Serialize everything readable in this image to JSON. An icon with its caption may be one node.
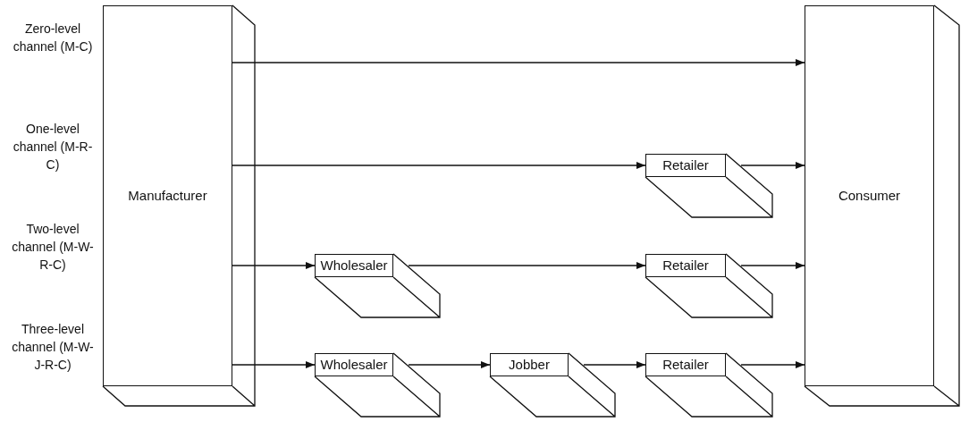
{
  "diagram": {
    "nodes": [
      {
        "text": [
          "Manufacturer"
        ]
      },
      {
        "text": [
          "Consumer"
        ]
      },
      {
        "text": [
          "Retailer"
        ]
      },
      {
        "text": [
          "Wholesaler"
        ]
      },
      {
        "text": [
          "Retailer"
        ]
      },
      {
        "text": [
          "Wholesaler"
        ]
      },
      {
        "text": [
          "Jobber"
        ]
      },
      {
        "text": [
          "Retailer"
        ]
      }
    ],
    "edges": [
      {
        "from": 0,
        "to": 1,
        "arrow": "to"
      },
      {
        "from": 0,
        "to": 2,
        "arrow": "to"
      },
      {
        "from": 2,
        "to": 1,
        "arrow": "to"
      },
      {
        "from": 0,
        "to": 3,
        "arrow": "to"
      },
      {
        "from": 3,
        "to": 4,
        "arrow": "to"
      },
      {
        "from": 4,
        "to": 1,
        "arrow": "to"
      },
      {
        "from": 0,
        "to": 5,
        "arrow": "to"
      },
      {
        "from": 5,
        "to": 6,
        "arrow": "to"
      },
      {
        "from": 6,
        "to": 7,
        "arrow": "to"
      },
      {
        "from": 7,
        "to": 1,
        "arrow": "to"
      }
    ],
    "labels": [
      "Zero-level channel (M-C)",
      "One-level channel (M-R-C)",
      "Two-level channel (M-W-R-C)",
      "Three-level channel (M-W-J-R-C)"
    ]
  }
}
